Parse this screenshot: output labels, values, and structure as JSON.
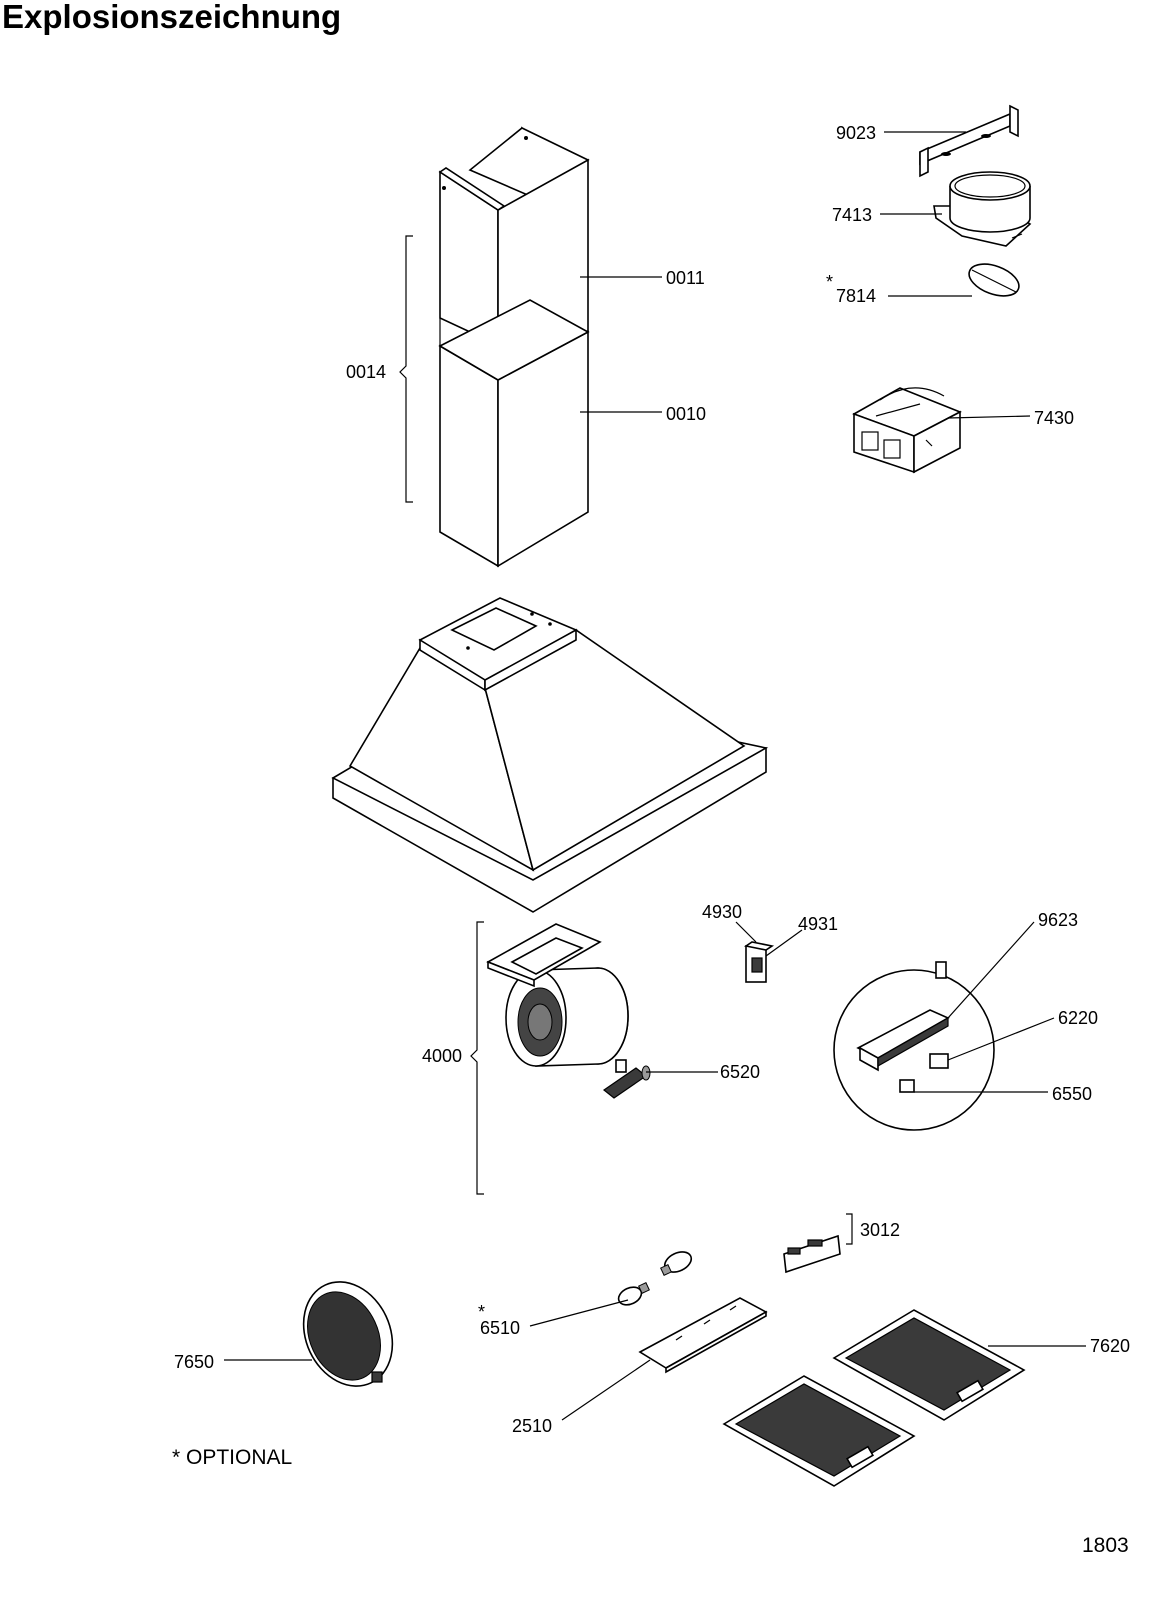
{
  "page": {
    "title": "Explosionszeichnung",
    "optional_note": "* OPTIONAL",
    "drawing_number": "1803"
  },
  "parts": {
    "p9023": "9023",
    "p7413": "7413",
    "p7814": "7814",
    "p7430": "7430",
    "p0011": "0011",
    "p0014": "0014",
    "p0010": "0010",
    "p4930": "4930",
    "p4931": "4931",
    "p9623": "9623",
    "p6220": "6220",
    "p6550": "6550",
    "p4000": "4000",
    "p6520": "6520",
    "p3012": "3012",
    "p6510": "6510",
    "p7620": "7620",
    "p7650": "7650",
    "p2510": "2510"
  },
  "optional_marker": "*"
}
